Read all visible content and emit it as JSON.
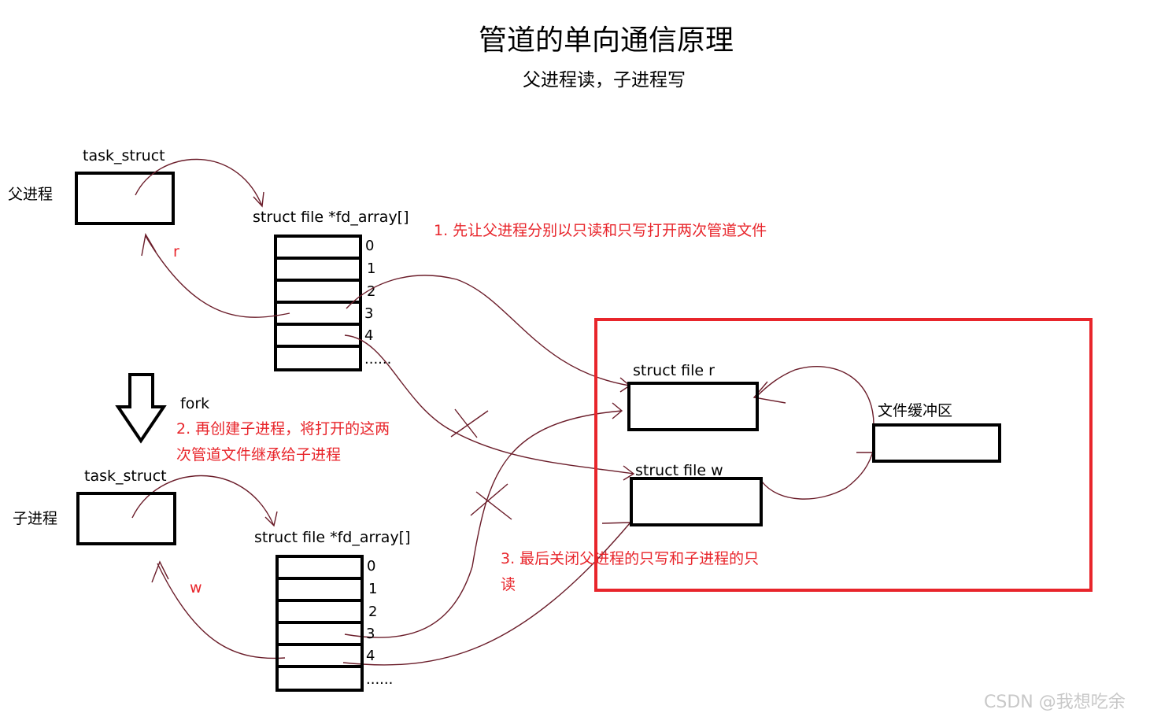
{
  "title": "管道的单向通信原理",
  "subtitle": "父进程读，子进程写",
  "parent": {
    "process_label": "父进程",
    "task_struct_label": "task_struct",
    "fd_array_label": "struct file *fd_array[]",
    "fd_indices": [
      "0",
      "1",
      "2",
      "3",
      "4",
      "......"
    ],
    "read_label": "r"
  },
  "child": {
    "process_label": "子进程",
    "task_struct_label": "task_struct",
    "fd_array_label": "struct file *fd_array[]",
    "fd_indices": [
      "0",
      "1",
      "2",
      "3",
      "4",
      "......"
    ],
    "write_label": "w"
  },
  "fork_label": "fork",
  "steps": {
    "step1": "1. 先让父进程分别以只读和只写打开两次管道文件",
    "step2_line1": "2. 再创建子进程，将打开的这两",
    "step2_line2": "次管道文件继承给子进程",
    "step3_line1": "3. 最后关闭父进程的只写和子进程的只",
    "step3_line2": "读"
  },
  "kernel": {
    "file_r_label": "struct file r",
    "file_w_label": "struct file w",
    "buffer_label": "文件缓冲区"
  },
  "watermark": "CSDN @我想吃余",
  "colors": {
    "annotation_red": "#e8252b",
    "curve_line": "#6b1d2a",
    "watermark_gray": "#c8c8c8"
  }
}
